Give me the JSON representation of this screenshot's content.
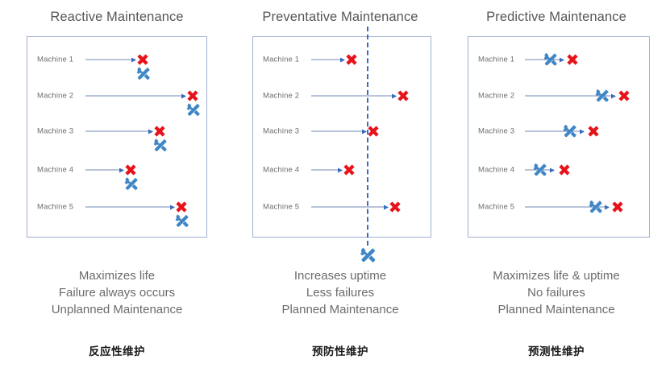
{
  "meta": {
    "colors": {
      "failure_red": "#e8121a",
      "tool_blue": "#3f86c6",
      "arrow_blue": "#3b6bbf",
      "panel_border": "#9fb0cf",
      "title_gray": "#575757",
      "label_gray": "#6e6e6e",
      "caption_gray": "#6b6b6b",
      "chinese_black": "#1a1a1a",
      "background": "#ffffff"
    },
    "icons": {
      "failure": "red-x-icon",
      "maintenance": "wrench-screwdriver-icon",
      "arrow": "arrow-right-icon",
      "threshold": "dashed-vertical-line"
    }
  },
  "panels": [
    {
      "id": "reactive",
      "title": "Reactive Maintenance",
      "caption_lines": [
        "Maximizes life",
        "Failure always occurs",
        "Unplanned Maintenance"
      ],
      "caption_cn": "反应性维护",
      "has_threshold_line": false,
      "threshold_pct": null,
      "tool_placement": "below-failure",
      "machines": [
        {
          "label": "Machine 1",
          "arrow_end_pct": 55,
          "failure_pct": 58
        },
        {
          "label": "Machine 2",
          "arrow_end_pct": 85,
          "failure_pct": 88
        },
        {
          "label": "Machine 3",
          "arrow_end_pct": 67,
          "failure_pct": 70
        },
        {
          "label": "Machine 4",
          "arrow_end_pct": 50,
          "failure_pct": 53
        },
        {
          "label": "Machine 5",
          "arrow_end_pct": 78,
          "failure_pct": 81
        }
      ]
    },
    {
      "id": "preventative",
      "title": "Preventative Maintenance",
      "caption_lines": [
        "Increases uptime",
        "Less failures",
        "Planned Maintenance"
      ],
      "caption_cn": "预防性维护",
      "has_threshold_line": true,
      "threshold_pct": 64,
      "tool_placement": "on-threshold-line",
      "machines": [
        {
          "label": "Machine 1",
          "arrow_end_pct": 52,
          "failure_pct": 55
        },
        {
          "label": "Machine 2",
          "arrow_end_pct": 82,
          "failure_pct": 85
        },
        {
          "label": "Machine 3",
          "arrow_end_pct": 64,
          "failure_pct": 68
        },
        {
          "label": "Machine 4",
          "arrow_end_pct": 50,
          "failure_pct": 53
        },
        {
          "label": "Machine 5",
          "arrow_end_pct": 77,
          "failure_pct": 80
        }
      ]
    },
    {
      "id": "predictive",
      "title": "Predictive Maintenance",
      "caption_lines": [
        "Maximizes life & uptime",
        "No failures",
        "Planned Maintenance"
      ],
      "caption_cn": "预测性维护",
      "has_threshold_line": false,
      "threshold_pct": null,
      "tool_placement": "inline-before-failure",
      "machines": [
        {
          "label": "Machine 1",
          "tool_pct": 40,
          "arrow_end_pct": 51,
          "failure_pct": 54
        },
        {
          "label": "Machine 2",
          "tool_pct": 70,
          "arrow_end_pct": 82,
          "failure_pct": 85
        },
        {
          "label": "Machine 3",
          "tool_pct": 52,
          "arrow_end_pct": 63,
          "failure_pct": 66
        },
        {
          "label": "Machine 4",
          "tool_pct": 35,
          "arrow_end_pct": 44,
          "failure_pct": 49
        },
        {
          "label": "Machine 5",
          "tool_pct": 66,
          "arrow_end_pct": 77,
          "failure_pct": 80
        }
      ]
    }
  ]
}
